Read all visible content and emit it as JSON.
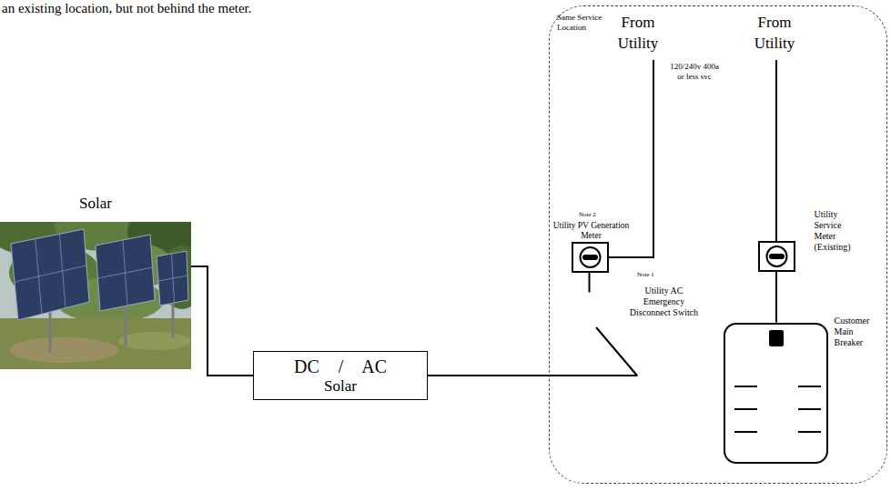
{
  "diagram": {
    "nodes": [
      {
        "text": [
          "Same Service Location"
        ]
      },
      {
        "text": [
          "Solar"
        ]
      },
      {
        "text": [
          "DC / AC",
          "Solar"
        ]
      },
      {
        "text": [
          "Utility PV Generation Meter"
        ],
        "in": 0
      },
      {
        "text": [
          "Utility AC Emergency Disconnect Switch"
        ],
        "in": 0
      },
      {
        "text": [
          "Utility Service Meter (Existing)"
        ],
        "in": 0
      },
      {
        "text": [
          "Customer Main Breaker"
        ],
        "in": 0
      }
    ],
    "edges": [
      {
        "from": 1,
        "to": 2,
        "arrow": "none"
      },
      {
        "from": 2,
        "to": 4,
        "arrow": "none"
      },
      {
        "from": 4,
        "to": 3,
        "arrow": "none"
      },
      {
        "from": 5,
        "to": 6,
        "arrow": "none"
      }
    ],
    "labels": [
      "an existing location, but not behind the meter.",
      "Note 2",
      "From Utility",
      "120/240v 400a or less svc",
      "Note 1",
      "From Utility"
    ]
  }
}
